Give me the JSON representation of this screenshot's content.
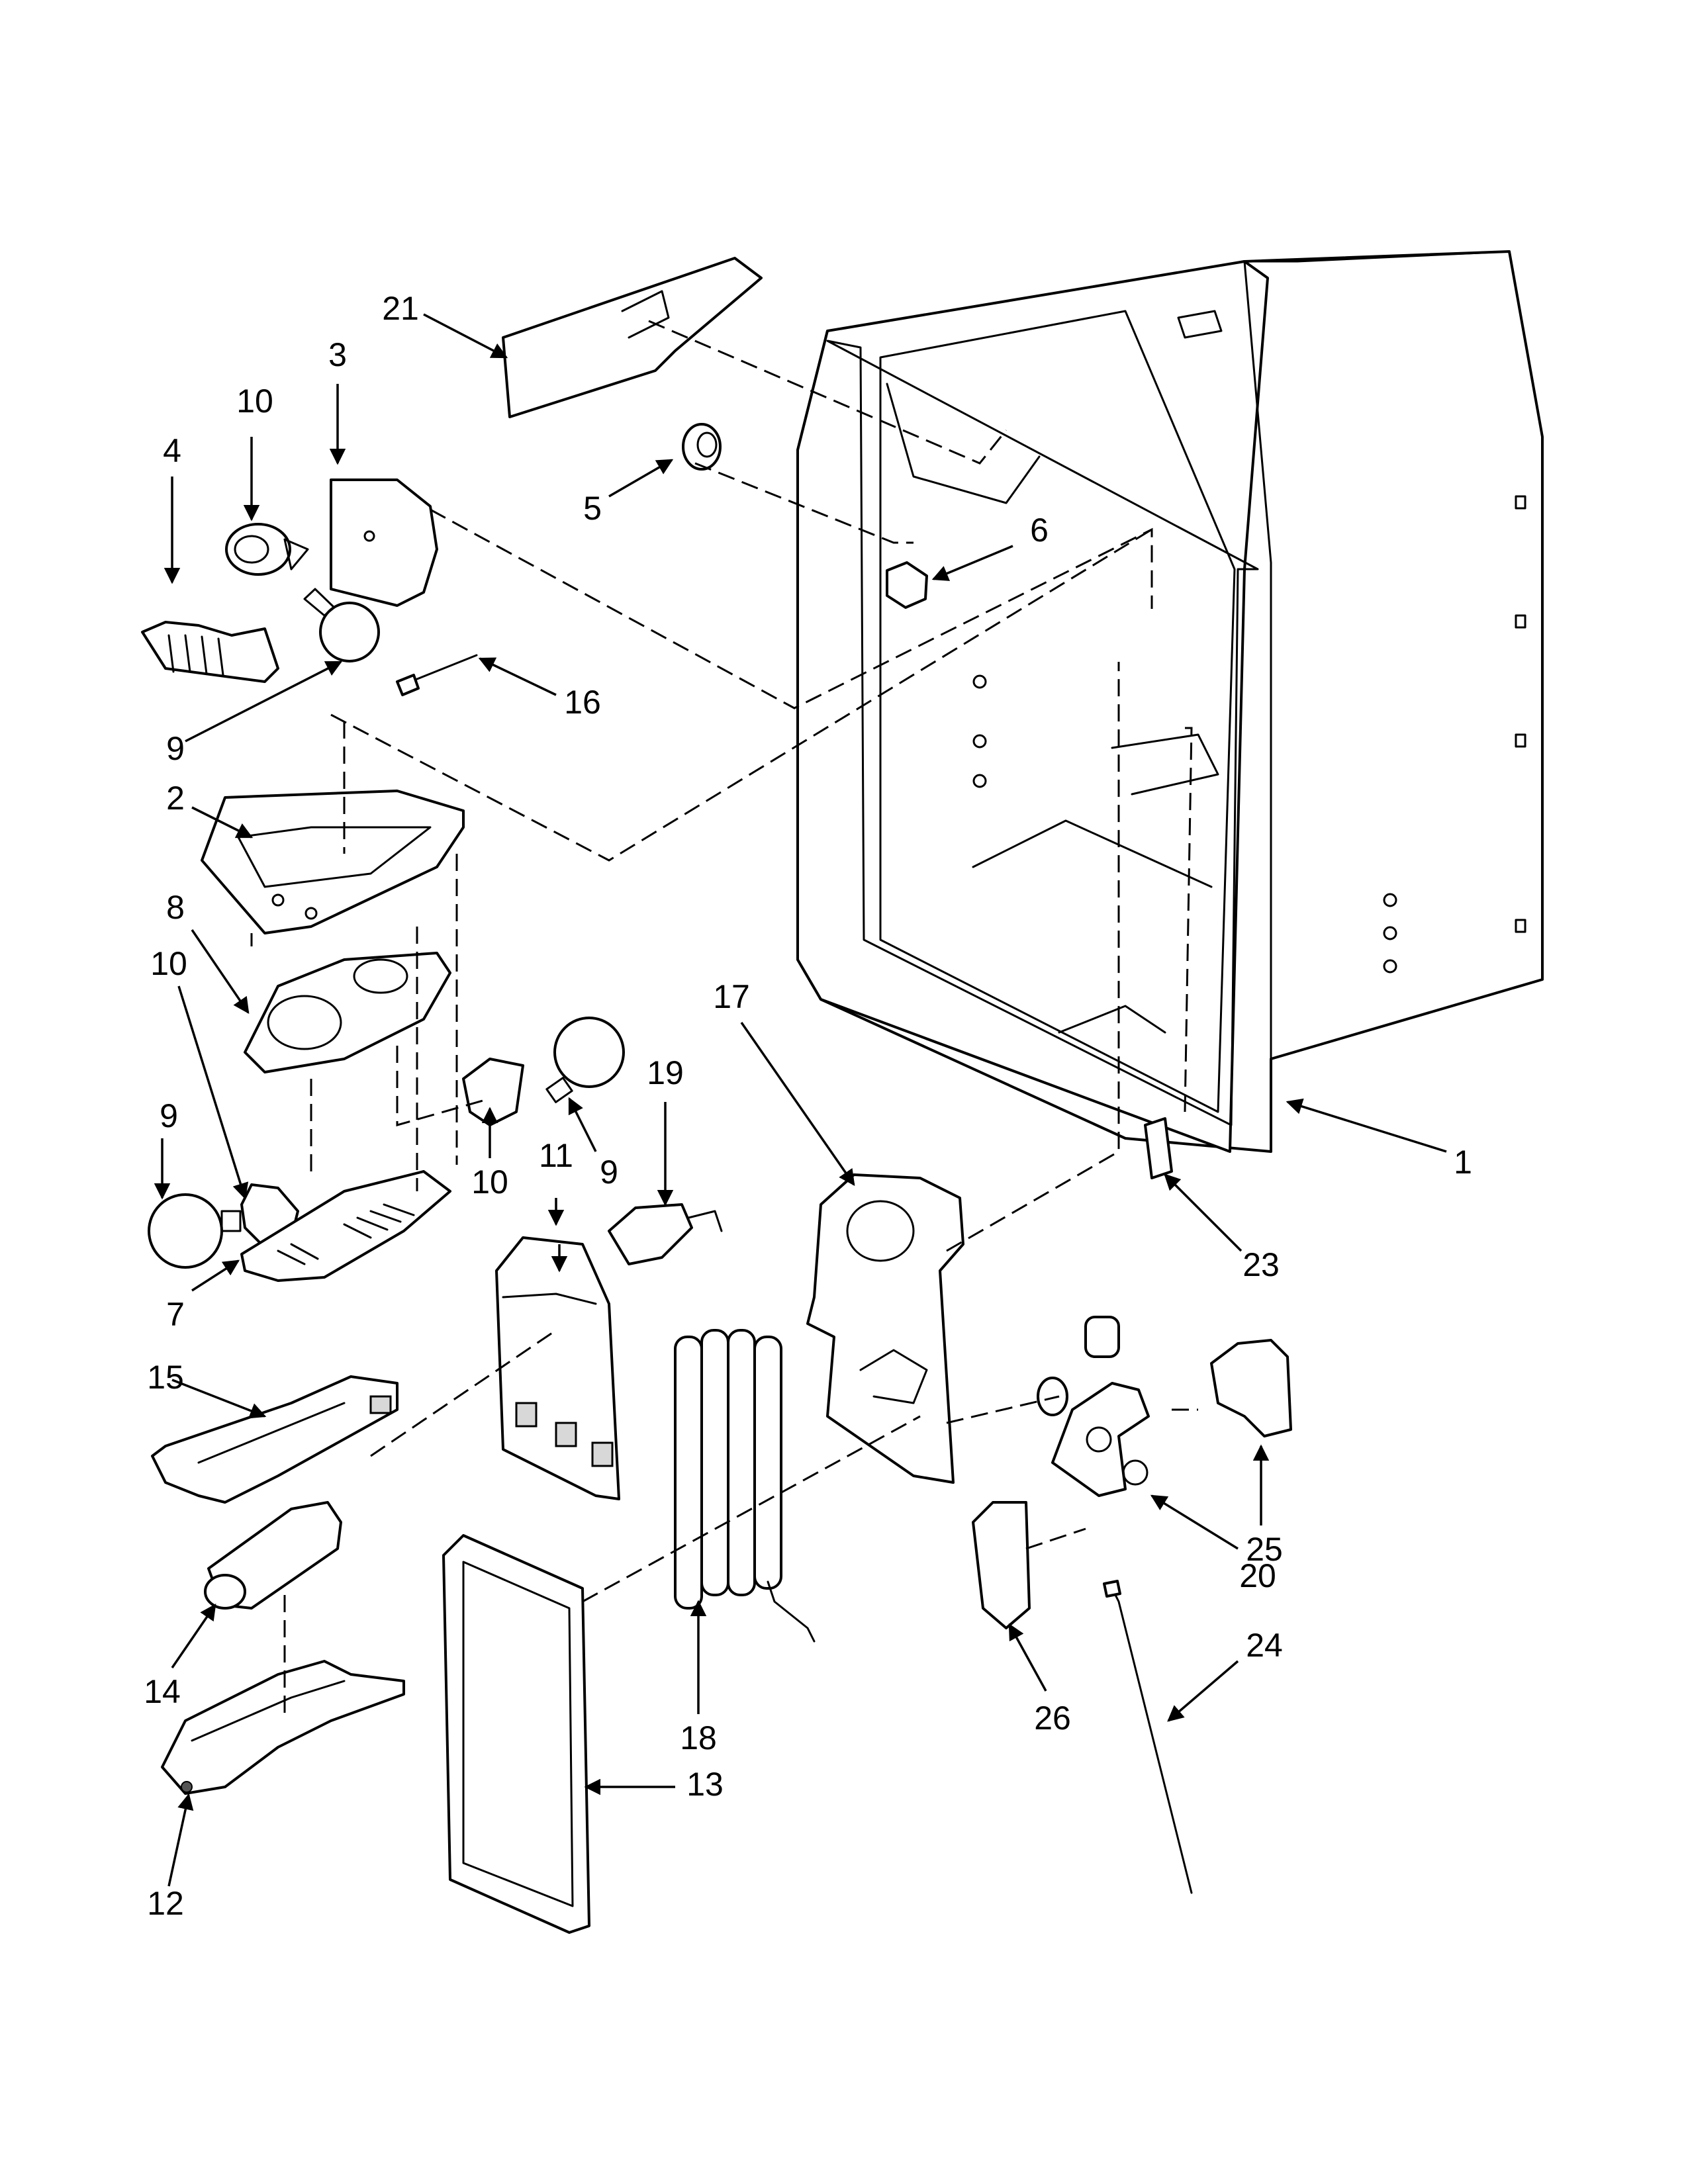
{
  "callouts": [
    "1",
    "2",
    "3",
    "4",
    "5",
    "6",
    "7",
    "8",
    "9",
    "10",
    "11",
    "12",
    "13",
    "14",
    "15",
    "16",
    "17",
    "18",
    "19",
    "20",
    "21",
    "23",
    "24",
    "25",
    "26",
    "9",
    "9",
    "10",
    "10"
  ]
}
